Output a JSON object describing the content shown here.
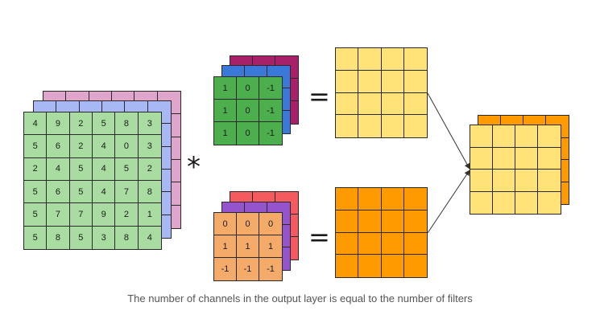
{
  "input": {
    "matrix": [
      [
        "4",
        "9",
        "2",
        "5",
        "8",
        "3"
      ],
      [
        "5",
        "6",
        "2",
        "4",
        "0",
        "3"
      ],
      [
        "2",
        "4",
        "5",
        "4",
        "5",
        "2"
      ],
      [
        "5",
        "6",
        "5",
        "4",
        "7",
        "8"
      ],
      [
        "5",
        "7",
        "7",
        "9",
        "2",
        "1"
      ],
      [
        "5",
        "8",
        "5",
        "3",
        "8",
        "4"
      ]
    ],
    "colors": {
      "front": "#a8dca0",
      "middle": "#a8b8f4",
      "back": "#dfa5cb"
    }
  },
  "convolution_operator": "*",
  "equals_operator": "=",
  "filter_top": {
    "matrix": [
      [
        "1",
        "0",
        "-1"
      ],
      [
        "1",
        "0",
        "-1"
      ],
      [
        "1",
        "0",
        "-1"
      ]
    ],
    "colors": {
      "front": "#4cae4c",
      "middle": "#3a79d8",
      "back": "#a8206a"
    }
  },
  "filter_bottom": {
    "matrix": [
      [
        "0",
        "0",
        "0"
      ],
      [
        "1",
        "1",
        "1"
      ],
      [
        "-1",
        "-1",
        "-1"
      ]
    ],
    "colors": {
      "front": "#f4ab6a",
      "middle": "#9354cc",
      "back": "#f45a5e"
    }
  },
  "output_top": {
    "color": "#ffe278"
  },
  "output_bottom": {
    "color": "#ff9b00"
  },
  "combined_output": {
    "front": "#ffe278",
    "back": "#ff9b00"
  },
  "caption": "The number of channels in the output layer is equal to the number of filters"
}
